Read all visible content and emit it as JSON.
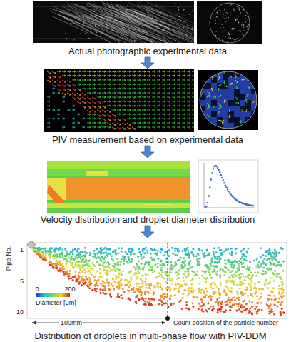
{
  "diagram": {
    "nodes": [
      {
        "text": [
          "Actual photographic experimental data"
        ]
      },
      {
        "text": [
          "PIV measurement based on experimental data"
        ]
      },
      {
        "text": [
          "Velocity distribution and droplet diameter distribution"
        ]
      },
      {
        "text": [
          "Distribution of droplets in multi-phase flow with PIV-DDM"
        ]
      }
    ],
    "edges": [
      {
        "from": 0,
        "to": 1,
        "arrow": "to"
      },
      {
        "from": 1,
        "to": 2,
        "arrow": "to"
      },
      {
        "from": 2,
        "to": 3,
        "arrow": "to"
      }
    ],
    "labels": [
      "1",
      "5",
      "10",
      "Pipe No.",
      "0",
      "200",
      "Diameter [μm]",
      "100mm",
      "Count position of the particle number"
    ]
  }
}
